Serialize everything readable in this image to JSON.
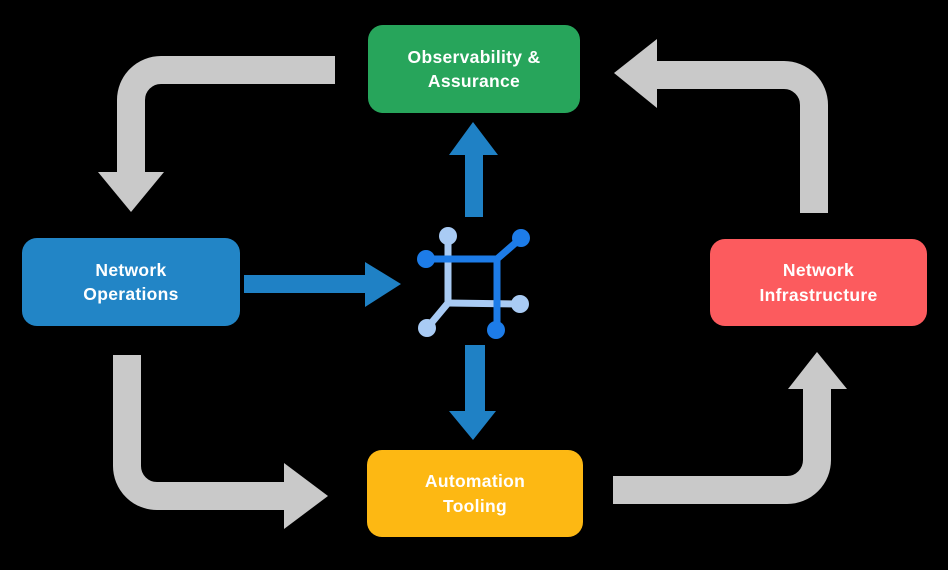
{
  "background": "#000000",
  "colors": {
    "cycle_arrow": "#c9c9c9",
    "flow_arrow": "#1f81c5",
    "icon_primary": "#1d7ce8",
    "icon_secondary": "#a9cbf4",
    "node_text": "#ffffff"
  },
  "nodes": {
    "observability": {
      "line1": "Observability &",
      "line2": "Assurance",
      "color": "#27a55b"
    },
    "operations": {
      "line1": "Network",
      "line2": "Operations",
      "color": "#2285c6"
    },
    "infrastructure": {
      "line1": "Network",
      "line2": "Infrastructure",
      "color": "#fc5b5e"
    },
    "automation": {
      "line1": "Automation",
      "line2": "Tooling",
      "color": "#fdb813"
    }
  },
  "icon": {
    "name": "network-automation-platform"
  },
  "cycle_arrows": [
    {
      "from": "observability",
      "to": "operations"
    },
    {
      "from": "operations",
      "to": "automation"
    },
    {
      "from": "automation",
      "to": "infrastructure"
    },
    {
      "from": "infrastructure",
      "to": "observability"
    }
  ],
  "flow_arrows": [
    {
      "from": "operations",
      "to": "platform-icon"
    },
    {
      "from": "platform-icon",
      "to": "observability"
    },
    {
      "from": "platform-icon",
      "to": "automation"
    }
  ]
}
